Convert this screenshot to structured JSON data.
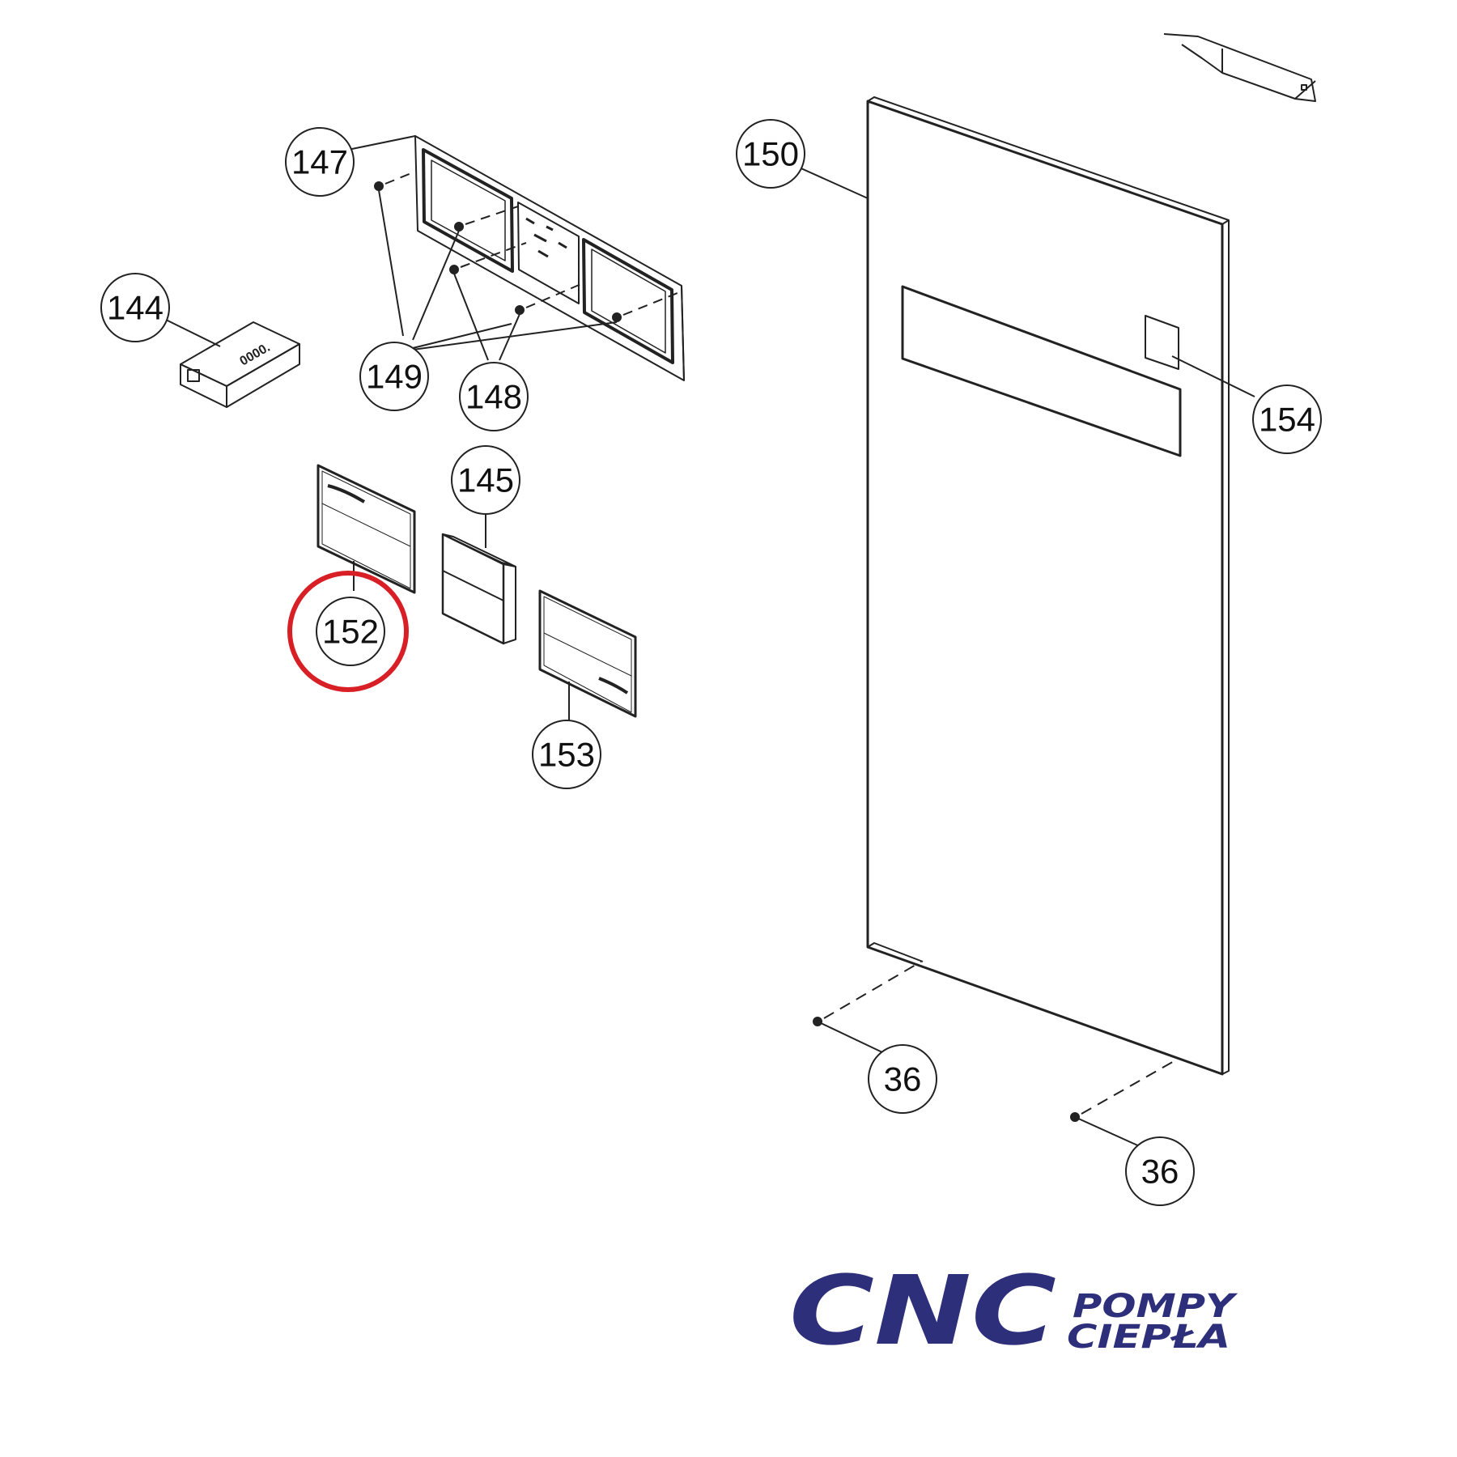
{
  "diagram": {
    "parts": [
      {
        "id": "callout-144",
        "label": "144"
      },
      {
        "id": "callout-147",
        "label": "147"
      },
      {
        "id": "callout-149",
        "label": "149"
      },
      {
        "id": "callout-148",
        "label": "148"
      },
      {
        "id": "callout-145",
        "label": "145"
      },
      {
        "id": "callout-152",
        "label": "152",
        "highlighted": true
      },
      {
        "id": "callout-153",
        "label": "153"
      },
      {
        "id": "callout-150",
        "label": "150"
      },
      {
        "id": "callout-154",
        "label": "154"
      },
      {
        "id": "callout-36a",
        "label": "36"
      },
      {
        "id": "callout-36b",
        "label": "36"
      }
    ],
    "highlight_color": "#d81f26",
    "box_label": "0000."
  },
  "logo": {
    "mark": "CNC",
    "line1": "POMPY",
    "line2": "CIEPŁA",
    "colors": {
      "navy": "#2d2f7a",
      "blue": "#1f8fd6",
      "red": "#a8193c"
    }
  }
}
